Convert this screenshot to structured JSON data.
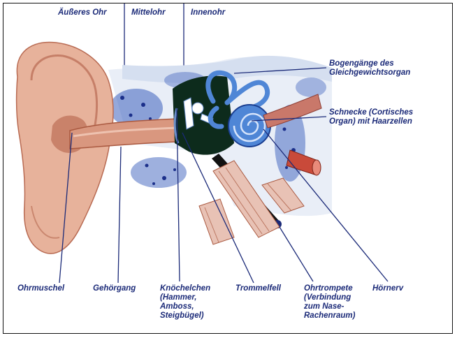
{
  "title": "",
  "colors": {
    "label_text": "#1b2a78",
    "leader_line": "#1b2a78",
    "skin": "#e7b29b",
    "skin_dark": "#b86a52",
    "bone_blue": "#2f55b8",
    "cavity": "#0d2b1c",
    "cochlea": "#4f86d6"
  },
  "labels": {
    "outer_ear": "Äußeres Ohr",
    "middle_ear": "Mittelohr",
    "inner_ear": "Innenohr",
    "semicircular": "Bogengänge des\nGleichgewichtsorgan",
    "cochlea": "Schnecke (Cortisches\nOrgan) mit Haarzellen",
    "pinna": "Ohrmuschel",
    "ear_canal": "Gehörgang",
    "ossicles": "Knöchelchen\n(Hammer,\nAmboss,\nSteigbügel)",
    "eardrum": "Trommelfell",
    "eustachian": "Ohrtrompete\n(Verbindung\nzum Nase-\nRachenraum)",
    "auditory_nerve": "Hörnerv"
  }
}
